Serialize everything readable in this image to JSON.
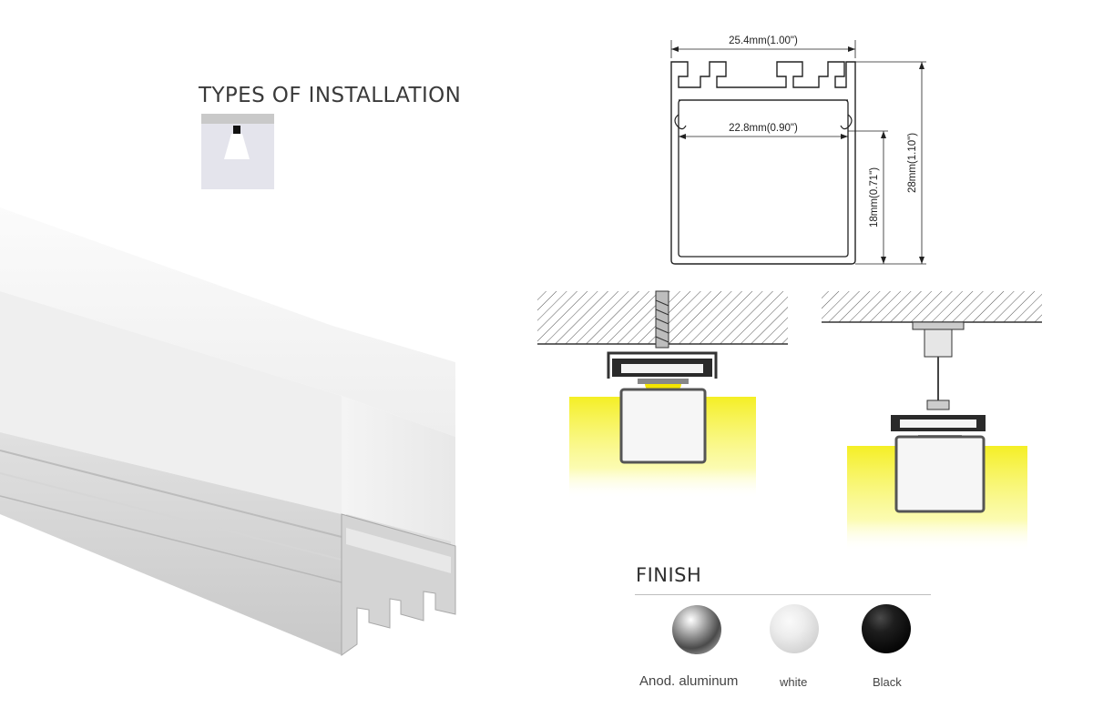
{
  "installation": {
    "title": "TYPES OF INSTALLATION"
  },
  "drawing": {
    "outer_width": "25.4mm(1.00\")",
    "inner_width": "22.8mm(0.90\")",
    "inner_height": "18mm(0.71\")",
    "outer_height": "28mm(1.10\")"
  },
  "finish": {
    "title": "FINISH",
    "options": [
      {
        "label": "Anod. aluminum",
        "color": "#8f8f8f"
      },
      {
        "label": "white",
        "color": "#e6e6e6"
      },
      {
        "label": "Black",
        "color": "#111111"
      }
    ]
  },
  "colors": {
    "light_glow": "#f6f000",
    "profile_body": "#f2f2f2"
  }
}
